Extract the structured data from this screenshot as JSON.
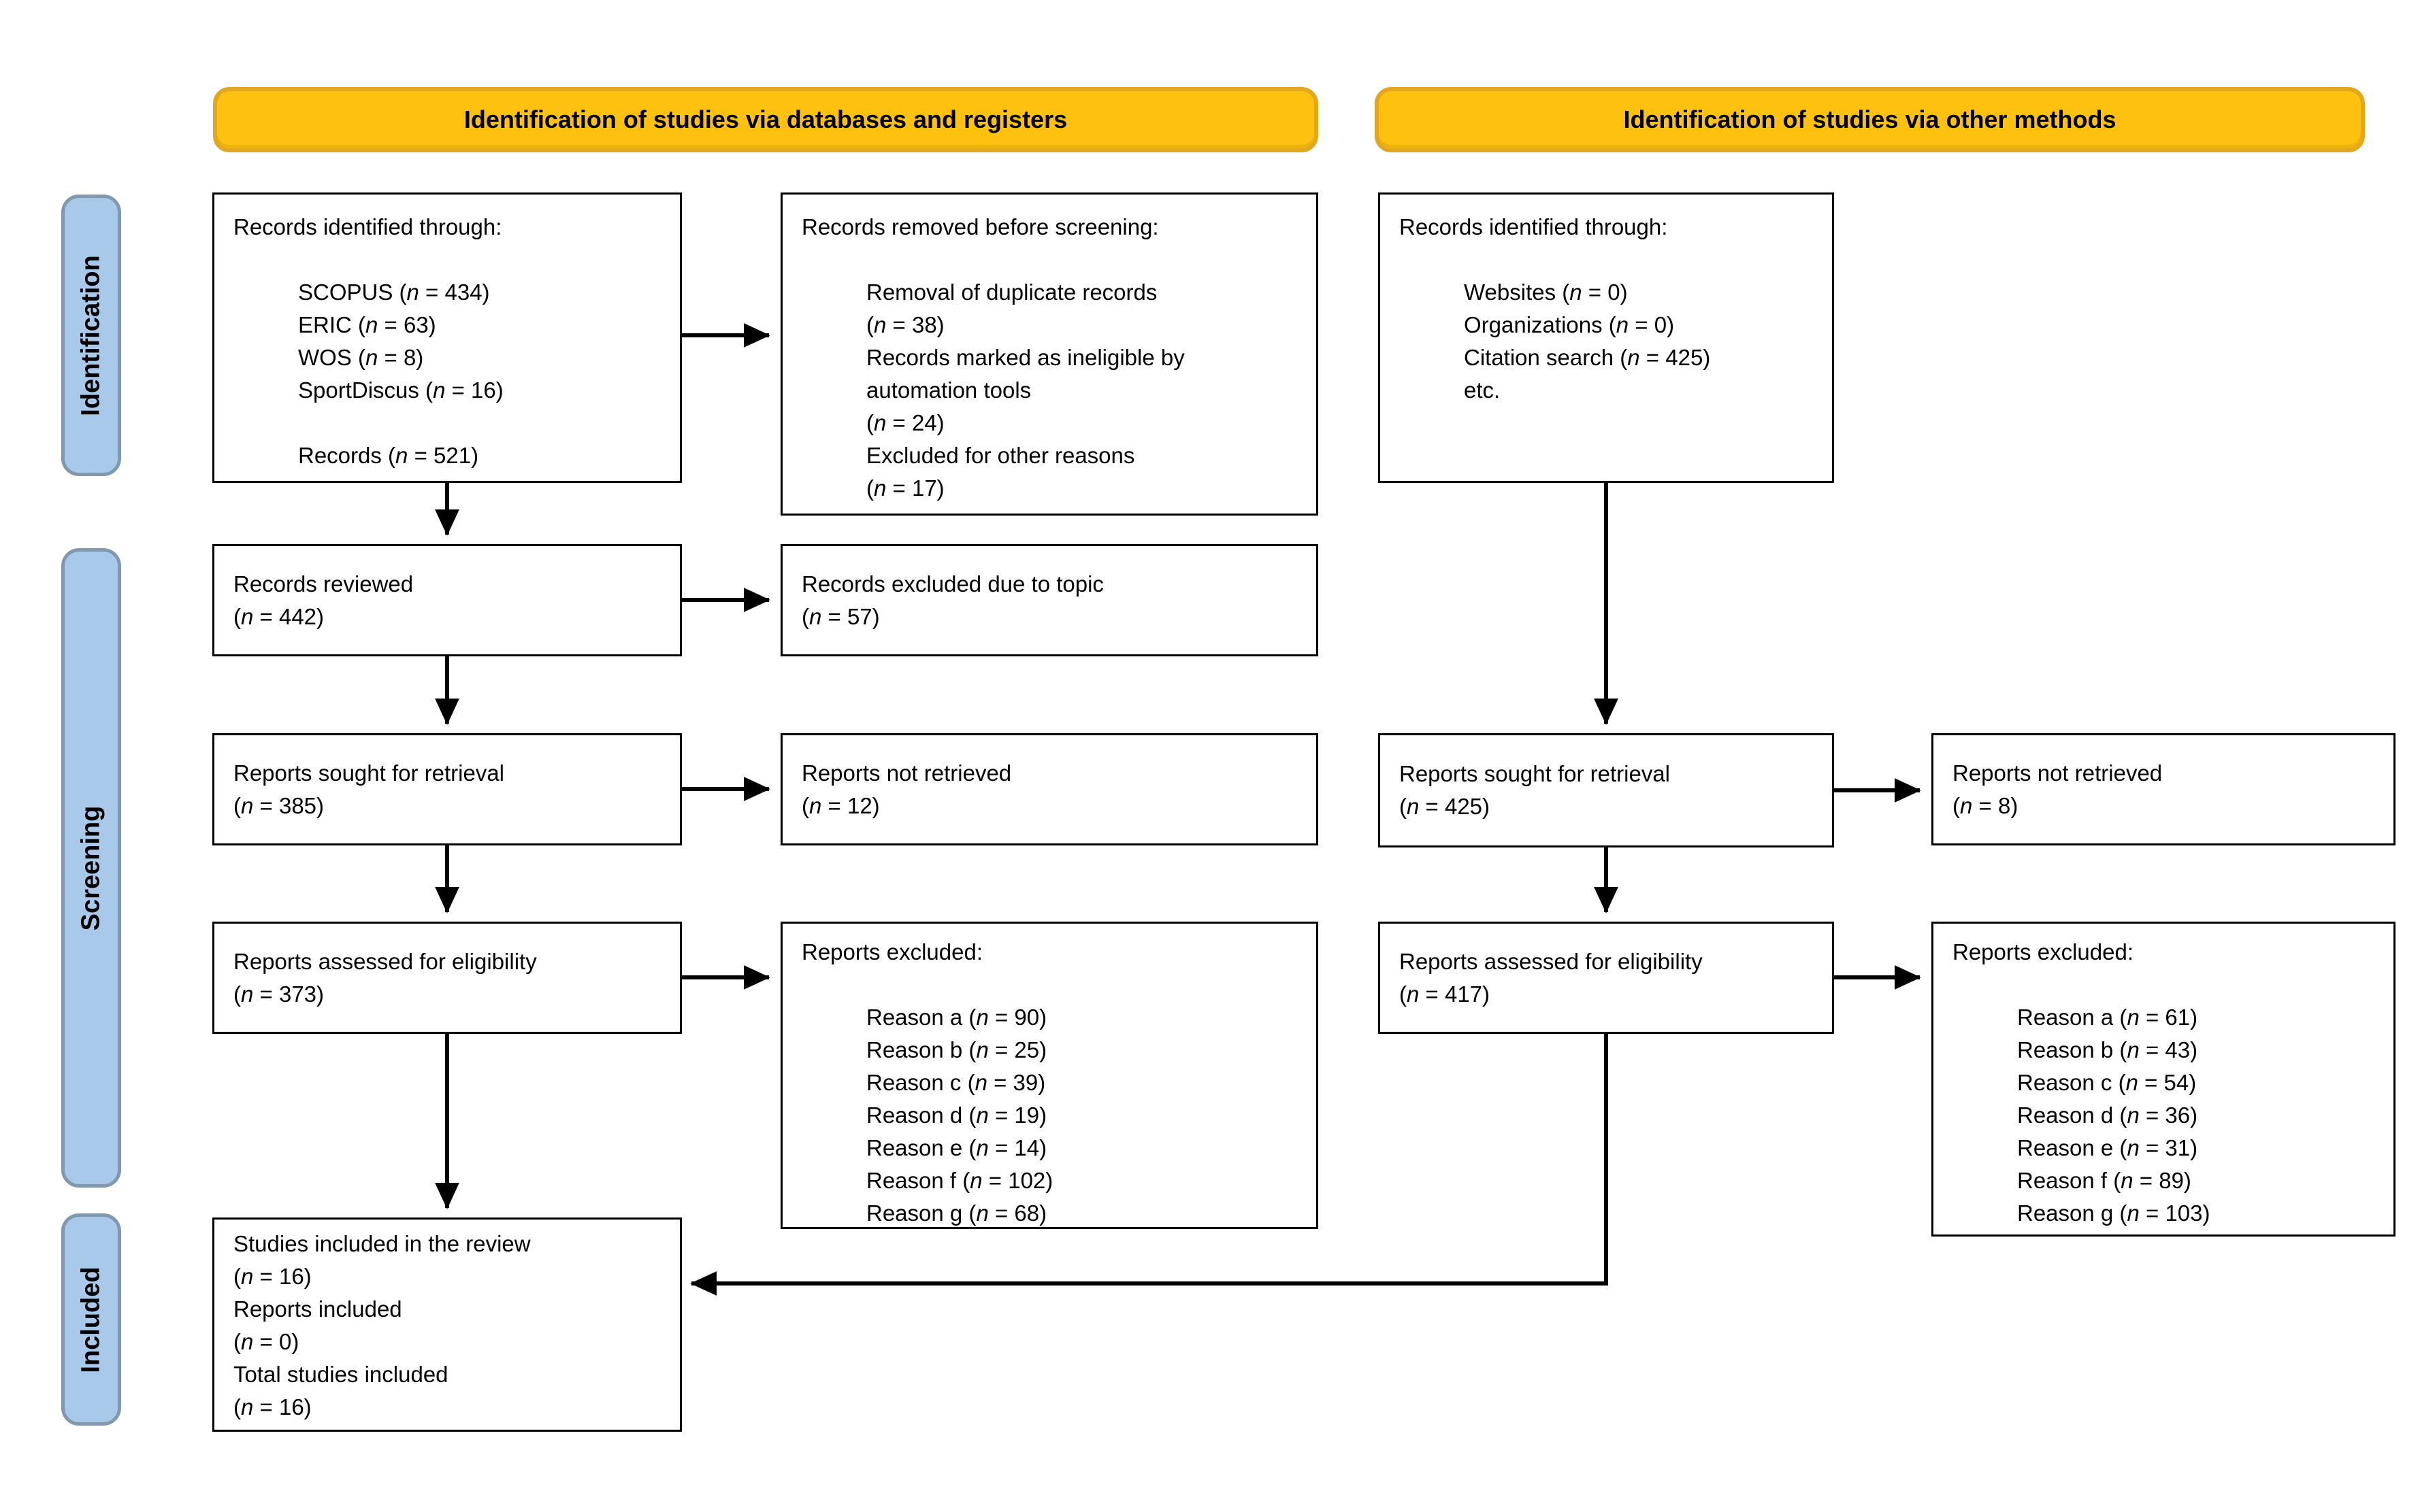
{
  "headers": {
    "databases": "Identification of studies via databases and registers",
    "other": "Identification of studies via other methods"
  },
  "sidebar": {
    "stages": [
      "Identification",
      "Screening",
      "Included"
    ]
  },
  "colors": {
    "header_fill": "#FEC110",
    "header_border": "#E2A620",
    "stage_fill": "#A9C9EA",
    "stage_border": "#8099AE",
    "box_border": "#000000",
    "arrow": "#000000"
  },
  "boxes": {
    "db_identified": {
      "title": "Records identified through:",
      "items": [
        "SCOPUS (n = 434)",
        "ERIC (n = 63)",
        "WOS (n = 8)",
        "SportDiscus (n = 16)"
      ],
      "footer": "Records (n = 521)"
    },
    "removed_before_screening": {
      "title": "Records removed before screening:",
      "items": [
        "Removal of duplicate records\n(n = 38)",
        "Records marked as ineligible by\nautomation tools\n(n = 24)",
        "Excluded for other reasons\n(n = 17)"
      ]
    },
    "records_reviewed": {
      "label": "Records reviewed",
      "count": "(n = 442)"
    },
    "records_excluded_topic": {
      "label": "Records excluded due to topic",
      "count": "(n = 57)"
    },
    "reports_sought_db": {
      "label": "Reports sought for retrieval",
      "count": "(n = 385)"
    },
    "reports_not_retrieved_db": {
      "label": "Reports not retrieved",
      "count": "(n = 12)"
    },
    "reports_assessed_db": {
      "label": "Reports assessed for eligibility",
      "count": "(n = 373)"
    },
    "reports_excluded_db": {
      "title": "Reports excluded:",
      "items": [
        "Reason a (n = 90)",
        "Reason b (n = 25)",
        "Reason c (n = 39)",
        "Reason d (n = 19)",
        "Reason e (n = 14)",
        "Reason f (n = 102)",
        "Reason g (n = 68)"
      ]
    },
    "other_identified": {
      "title": "Records identified through:",
      "items": [
        "Websites (n = 0)",
        "Organizations (n = 0)",
        "Citation search (n = 425)",
        "etc."
      ]
    },
    "reports_sought_other": {
      "label": "Reports sought for retrieval",
      "count": "(n = 425)"
    },
    "reports_not_retrieved_other": {
      "label": "Reports not retrieved",
      "count": "(n = 8)"
    },
    "reports_assessed_other": {
      "label": "Reports assessed for eligibility",
      "count": "(n = 417)"
    },
    "reports_excluded_other": {
      "title": "Reports excluded:",
      "items": [
        "Reason a (n = 61)",
        "Reason b (n = 43)",
        "Reason c (n = 54)",
        "Reason d (n = 36)",
        "Reason e (n = 31)",
        "Reason f (n = 89)",
        "Reason g (n = 103)"
      ]
    },
    "included": {
      "lines": [
        "Studies included in the review",
        "(n = 16)",
        "Reports included",
        "(n = 0)",
        "Total studies included",
        "(n = 16)"
      ]
    }
  }
}
